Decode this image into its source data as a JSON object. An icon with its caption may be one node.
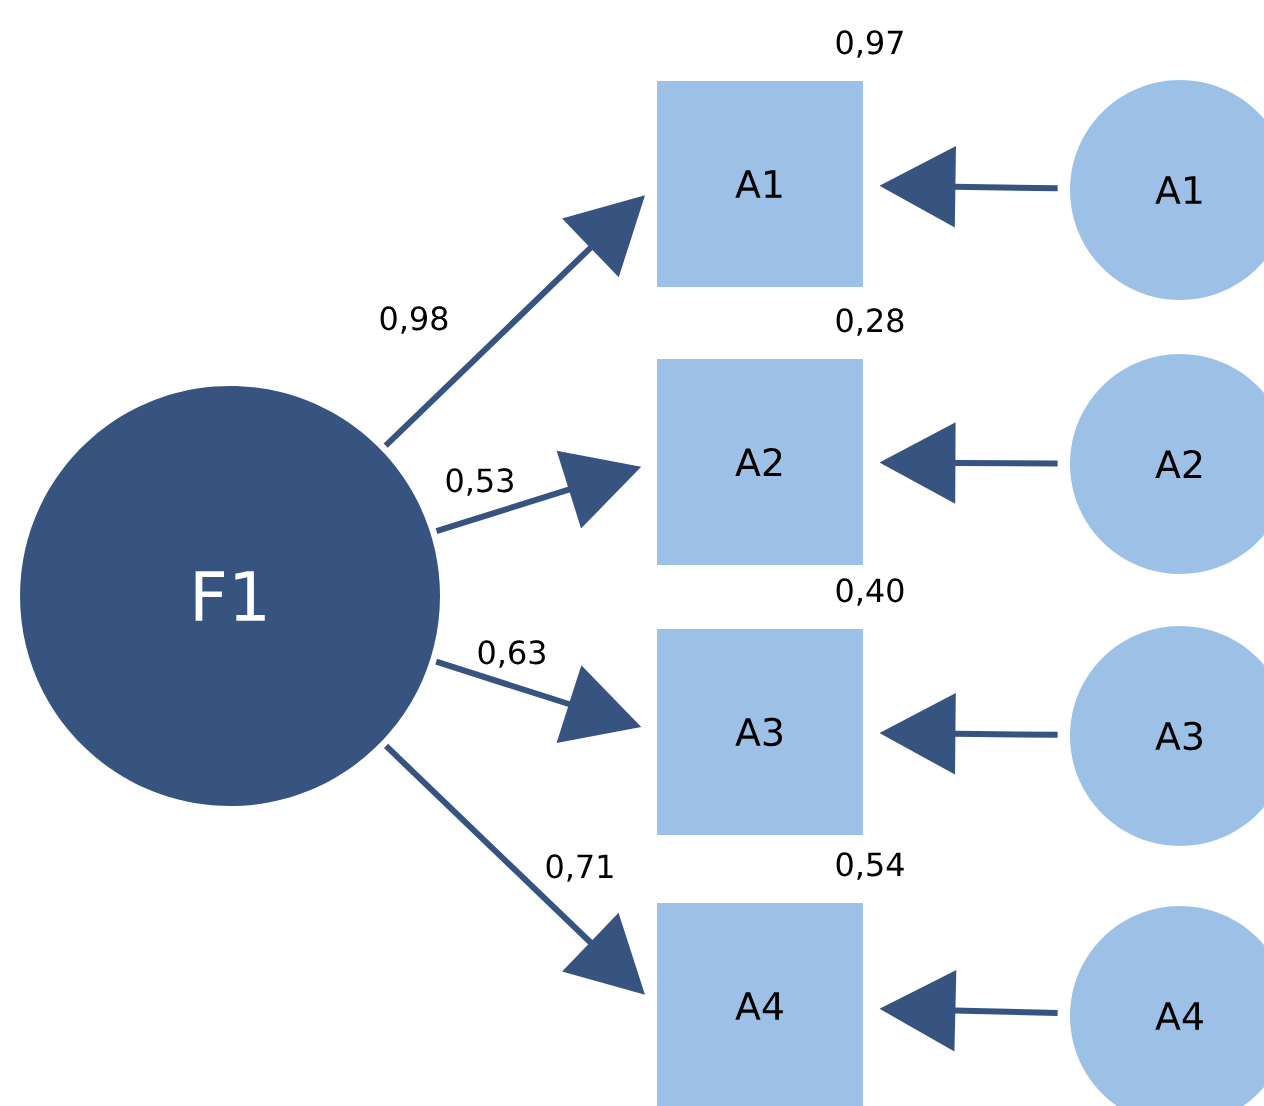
{
  "diagram": {
    "nodes": [
      {
        "text": [
          "F1"
        ]
      },
      {
        "text": [
          "A1"
        ],
        "beside": [
          "0,97"
        ]
      },
      {
        "text": [
          "A2"
        ],
        "beside": [
          "0,28"
        ]
      },
      {
        "text": [
          "A3"
        ],
        "beside": [
          "0,40"
        ]
      },
      {
        "text": [
          "A4"
        ],
        "beside": [
          "0,54"
        ]
      },
      {
        "text": [
          "A1"
        ]
      },
      {
        "text": [
          "A2"
        ]
      },
      {
        "text": [
          "A3"
        ]
      },
      {
        "text": [
          "A4"
        ]
      }
    ],
    "edges": [
      {
        "from": 0,
        "to": 1,
        "arrow": "to",
        "label": "0,98"
      },
      {
        "from": 0,
        "to": 2,
        "arrow": "to",
        "label": "0,53"
      },
      {
        "from": 0,
        "to": 3,
        "arrow": "to",
        "label": "0,63"
      },
      {
        "from": 0,
        "to": 4,
        "arrow": "to",
        "label": "0,71"
      },
      {
        "from": 5,
        "to": 1,
        "arrow": "to"
      },
      {
        "from": 6,
        "to": 2,
        "arrow": "to"
      },
      {
        "from": 7,
        "to": 3,
        "arrow": "to"
      },
      {
        "from": 8,
        "to": 4,
        "arrow": "to"
      }
    ]
  }
}
